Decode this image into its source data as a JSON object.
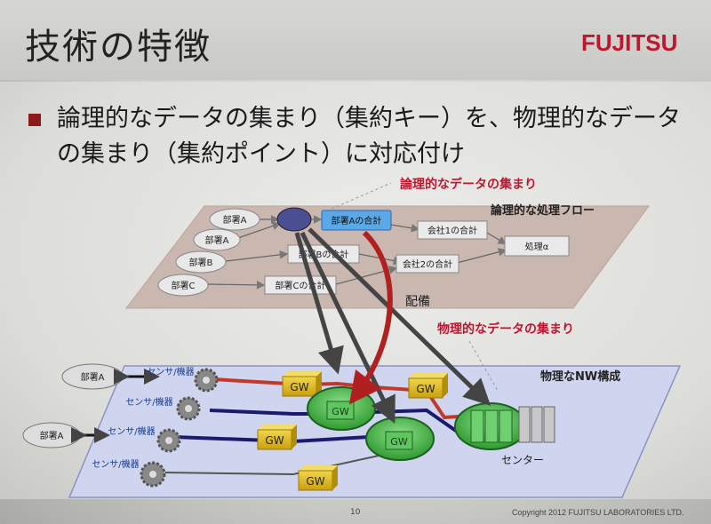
{
  "slide": {
    "title": "技術の特徴",
    "logo": "FUJITSU",
    "bullet": "論理的なデータの集まり（集約キー）を、物理的なデータの集まり（集約ポイント）に対応付け",
    "page_number": "10",
    "copyright": "Copyright 2012 FUJITSU LABORATORIES LTD."
  },
  "diagram": {
    "logical_label": "論理的なデータの集まり",
    "logical_flow_label": "論理的な処理フロー",
    "physical_label": "物理的なデータの集まり",
    "physical_nw_label": "物理なNW構成",
    "deploy_label": "配備",
    "logical_nodes": {
      "dept_a1": "部署A",
      "dept_a2": "部署A",
      "dept_b": "部署B",
      "dept_c": "部署C",
      "sum_a": "部署Aの合計",
      "sum_b": "部署Bの合計",
      "sum_c": "部署Cの合計",
      "company1": "会社1の合計",
      "company2": "会社2の合計",
      "process": "処理α"
    },
    "physical_nodes": {
      "dept_a_top": "部署A",
      "dept_a_mid": "部署A",
      "sensor": "センサ/機器",
      "gw": "GW",
      "center": "センター"
    }
  },
  "colors": {
    "accent_red": "#c0152f",
    "link_red": "#c0392b",
    "link_navy": "#1a1a6e",
    "gw_yellow": "#e8c22a",
    "ellipse_green": "#4fbf4f"
  }
}
